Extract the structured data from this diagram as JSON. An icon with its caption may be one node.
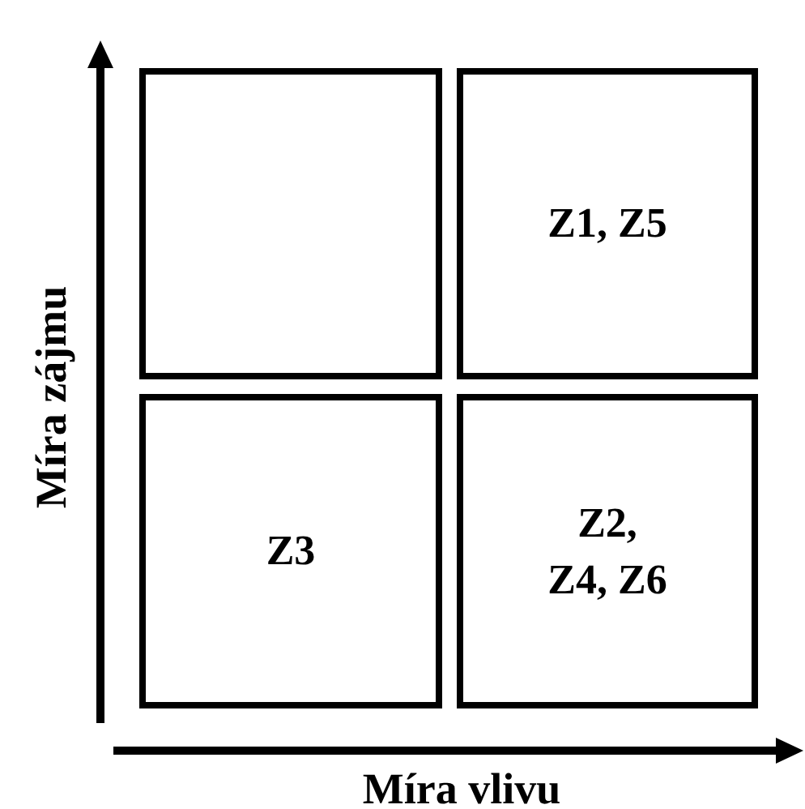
{
  "diagram": {
    "nodes": [
      {
        "text": [],
        "shape": "box"
      },
      {
        "text": [
          "Z1, Z5"
        ]
      },
      {
        "text": [
          "Z3"
        ]
      },
      {
        "text": [
          "Z2, Z4, Z6"
        ]
      }
    ],
    "labels": [
      "Míra zájmu",
      "Míra vlivu"
    ]
  }
}
